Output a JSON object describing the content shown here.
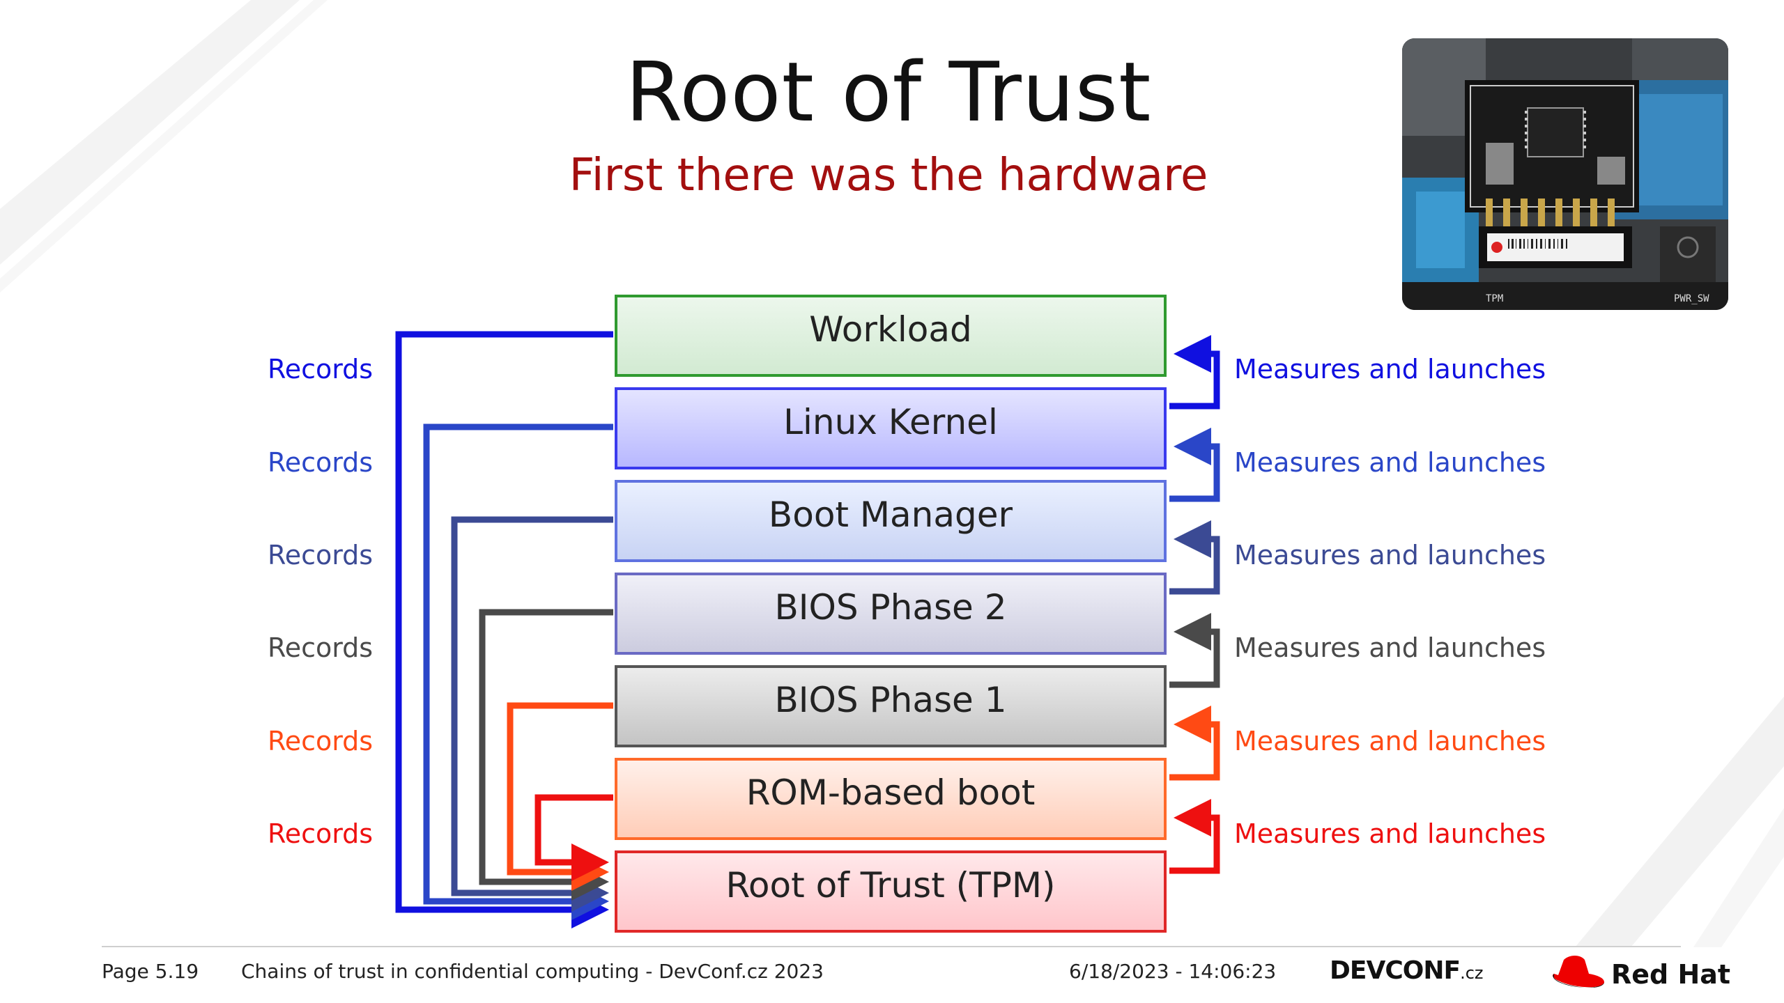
{
  "slide": {
    "title": "Root of Trust",
    "subtitle": "First there was the hardware"
  },
  "layers": [
    {
      "label": "Workload"
    },
    {
      "label": "Linux Kernel"
    },
    {
      "label": "Boot Manager"
    },
    {
      "label": "BIOS Phase 2"
    },
    {
      "label": "BIOS Phase 1"
    },
    {
      "label": "ROM-based boot"
    },
    {
      "label": "Root of Trust (TPM)"
    }
  ],
  "records": [
    {
      "text": "Records",
      "color": "#1010e0"
    },
    {
      "text": "Records",
      "color": "#2a46c8"
    },
    {
      "text": "Records",
      "color": "#3b4a94"
    },
    {
      "text": "Records",
      "color": "#4a4a4a"
    },
    {
      "text": "Records",
      "color": "#ff4a14"
    },
    {
      "text": "Records",
      "color": "#ee1010"
    }
  ],
  "measures": [
    {
      "text": "Measures and launches",
      "color": "#1010e0"
    },
    {
      "text": "Measures and launches",
      "color": "#2a46c8"
    },
    {
      "text": "Measures and launches",
      "color": "#3b4a94"
    },
    {
      "text": "Measures and launches",
      "color": "#4a4a4a"
    },
    {
      "text": "Measures and launches",
      "color": "#ff4a14"
    },
    {
      "text": "Measures and launches",
      "color": "#ee1010"
    }
  ],
  "photo": {
    "description_icon": "tpm-module-photo",
    "silkscreen": [
      "TPM",
      "PWR_SW"
    ]
  },
  "footer": {
    "page": "Page 5.19",
    "presentation": "Chains of trust in confidential computing - DevConf.cz 2023",
    "timestamp": "6/18/2023 - 14:06:23",
    "devconf_logo": "DEVCONF",
    "devconf_suffix": ".cz",
    "redhat_logo": "Red Hat"
  },
  "colors": {
    "subtitle": "#a30f0f",
    "workload_fill": "#dff0df",
    "workload_border": "#2f9a2f",
    "kernel_fill": "#c4c4ff",
    "kernel_border": "#3a3aee",
    "bootmgr_fill": "#d4dcf6",
    "bootmgr_border": "#5f72e0",
    "bios2_fill": "#dcdcec",
    "bios2_border": "#6a6ac4",
    "bios1_fill": "#d4d4d4",
    "bios1_border": "#555555",
    "rom_fill": "#ffd8c8",
    "rom_border": "#ff6a2a",
    "tpm_fill": "#ffd0d4",
    "tpm_border": "#e02828",
    "redhat": "#ee0000"
  }
}
